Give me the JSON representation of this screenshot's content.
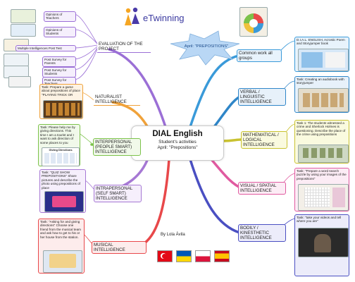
{
  "brand": {
    "name": "eTwinning"
  },
  "center": {
    "title": "DIAL English",
    "subtitle": "Student's activities",
    "topic": "April: \"Prepositions\""
  },
  "star_label": "April: \"PREPOSITIONS\"",
  "author": "By Lola Ávila",
  "evaluation": {
    "label": "EVALUATION OF THE PROJECT",
    "items": [
      "Opinions of Teachers",
      "Opinions of Students",
      "Multiple Intelligences Post Test",
      "Post Survey for Parents",
      "Post Survey for Students",
      "Post Survey for Teachers"
    ]
  },
  "naturalist": {
    "label": "NATURALIST INTELLIGENCE",
    "task": "Task: Prepare a game about prepositions of place \"PLAYING TRICK OR"
  },
  "interpersonal": {
    "label": "INTERPERSONAL (PEOPLE SMART) INTELLIGENCE",
    "task": "Task: Please help me by giving directions. This time I am a tourist and I want to ask direction of some places to you",
    "image_caption": "Giving Directions"
  },
  "intrapersonal": {
    "label": "INTRAPERSONAL (SELF SMART) INTELLIGENCE",
    "task": "Task: \"QUIZ SHOW PREPOSITIONS\" Share pictures and describe the photo using prepositions of place"
  },
  "musical": {
    "label": "MUSICAL INTELLIGENCE",
    "task": "Task: \"Asking for and giving directions\" Choose one friend from the musical team and ask how to get to his or her house from the station."
  },
  "common": {
    "label": "Common work all groups",
    "task": "D.I.A.L. ENGLISH, Acrostic Poem and Storyjumper book"
  },
  "verbal": {
    "label": "VERBAL / LINGUISTIC INTELLIGENCE",
    "task": "Task: Creating an audiobook with storyjumper"
  },
  "mathematical": {
    "label": "MATHEMATICAL / LOGICAL INTELLIGENCE",
    "task": "Task 1: The students witnessed a crime and Sherlock Holmes is questioning. Describe the place of the crime using prepositions"
  },
  "visual": {
    "label": "VISUAL / SPATIAL INTELLIGENCE",
    "task": "Task: \"Prepare a word search puzzle by using your images of the prepositions\""
  },
  "bodily": {
    "label": "BODILY / KINESTHETIC INTELLIGENCE",
    "task": "Task: \"take your videos and tell where you are\""
  },
  "flags": [
    "Turkey",
    "Ukraine",
    "Poland",
    "Spain"
  ],
  "colors": {
    "evaluation": "#9b6fd6",
    "naturalist": "#f0a23a",
    "interpersonal": "#7cc24a",
    "intrapersonal": "#a678d4",
    "musical": "#e8484a",
    "common": "#3a9ad9",
    "verbal": "#2f86c8",
    "mathematical": "#c9c230",
    "visual": "#e05aa0",
    "bodily": "#4a4fc2"
  }
}
